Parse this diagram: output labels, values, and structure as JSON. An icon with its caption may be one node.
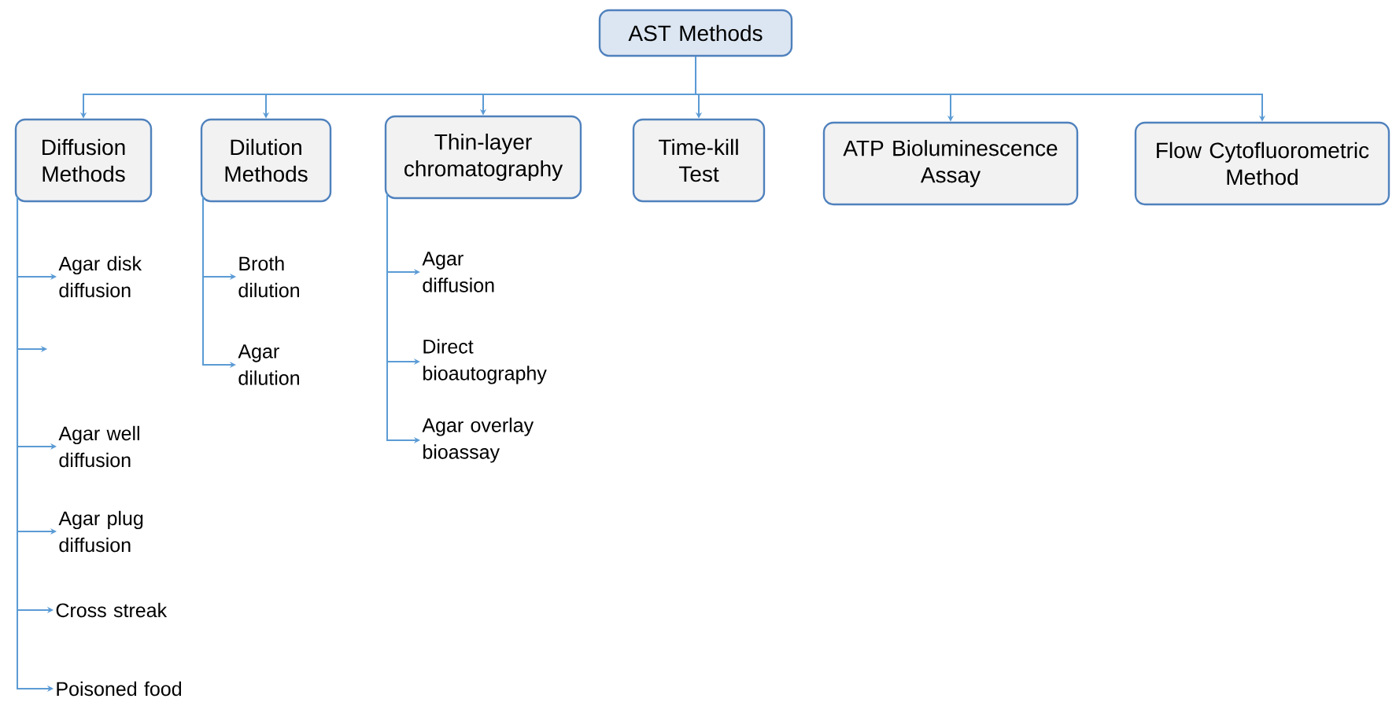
{
  "diagram": {
    "nodes": [
      {
        "text": [
          "AST Methods"
        ]
      },
      {
        "text": [
          "Diffusion Methods"
        ]
      },
      {
        "text": [
          "Dilution Methods"
        ]
      },
      {
        "text": [
          "Thin-layer chromatography"
        ]
      },
      {
        "text": [
          "Time-kill Test"
        ]
      },
      {
        "text": [
          "ATP Bioluminescence Assay"
        ]
      },
      {
        "text": [
          "Flow Cytofluorometric Method"
        ]
      },
      {
        "text": [
          "Agar disk diffusion"
        ]
      },
      {
        "text": [
          "Agar well diffusion"
        ]
      },
      {
        "text": [
          "Agar plug diffusion"
        ]
      },
      {
        "text": [
          "Cross streak"
        ]
      },
      {
        "text": [
          "Poisoned food"
        ]
      },
      {
        "text": [
          "Broth dilution"
        ]
      },
      {
        "text": [
          "Agar dilution"
        ]
      },
      {
        "text": [
          "Agar diffusion"
        ]
      },
      {
        "text": [
          "Direct bioautography"
        ]
      },
      {
        "text": [
          "Agar overlay bioassay"
        ]
      }
    ],
    "edges": [
      {
        "from": 0,
        "to": 1,
        "arrow": "to"
      },
      {
        "from": 0,
        "to": 2,
        "arrow": "to"
      },
      {
        "from": 0,
        "to": 3,
        "arrow": "to"
      },
      {
        "from": 0,
        "to": 4,
        "arrow": "to"
      },
      {
        "from": 0,
        "to": 5,
        "arrow": "to"
      },
      {
        "from": 0,
        "to": 6,
        "arrow": "to"
      },
      {
        "from": 1,
        "to": 7,
        "arrow": "to"
      },
      {
        "from": 1,
        "to": null,
        "arrow": "to"
      },
      {
        "from": 1,
        "to": 8,
        "arrow": "to"
      },
      {
        "from": 1,
        "to": 9,
        "arrow": "to"
      },
      {
        "from": 1,
        "to": 10,
        "arrow": "to"
      },
      {
        "from": 1,
        "to": 11,
        "arrow": "to"
      },
      {
        "from": 2,
        "to": 12,
        "arrow": "to"
      },
      {
        "from": 2,
        "to": 13,
        "arrow": "to"
      },
      {
        "from": 3,
        "to": 14,
        "arrow": "to"
      },
      {
        "from": 3,
        "to": 15,
        "arrow": "to"
      },
      {
        "from": 3,
        "to": 16,
        "arrow": "to"
      }
    ]
  }
}
